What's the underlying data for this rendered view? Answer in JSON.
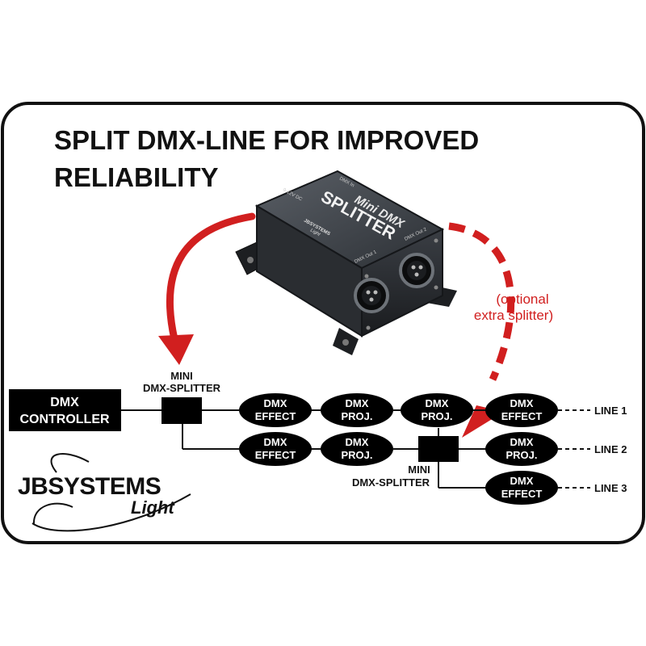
{
  "title": {
    "line1": "SPLIT DMX-LINE FOR IMPROVED",
    "line2": "RELIABILITY"
  },
  "device": {
    "brand": "Mini DMX",
    "model": "SPLITTER",
    "maker": "JBSYSTEMS",
    "maker_sub": "Light",
    "port1": "DMX Out 1",
    "port2": "DMX Out 2",
    "port_in": "DMX In",
    "power": "9-12V DC",
    "icon": "xlr-connector-icon"
  },
  "note": {
    "line1": "(optional",
    "line2": "extra splitter)"
  },
  "controller": {
    "line1": "DMX",
    "line2": "CONTROLLER"
  },
  "splitters": [
    {
      "line1": "MINI",
      "line2": "DMX-SPLITTER"
    },
    {
      "line1": "MINI",
      "line2": "DMX-SPLITTER"
    }
  ],
  "fixtures": [
    {
      "line1": "DMX",
      "line2": "EFFECT"
    },
    {
      "line1": "DMX",
      "line2": "PROJ."
    },
    {
      "line1": "DMX",
      "line2": "PROJ."
    },
    {
      "line1": "DMX",
      "line2": "EFFECT"
    },
    {
      "line1": "DMX",
      "line2": "EFFECT"
    },
    {
      "line1": "DMX",
      "line2": "PROJ."
    },
    {
      "line1": "DMX",
      "line2": "PROJ."
    },
    {
      "line1": "DMX",
      "line2": "EFFECT"
    }
  ],
  "lines": [
    "LINE 1",
    "LINE 2",
    "LINE 3"
  ],
  "logo": {
    "name": "JBSYSTEMS",
    "sub": "Light"
  },
  "colors": {
    "accent_red": "#d11f1f",
    "node_fill": "#000000",
    "frame": "#111111"
  }
}
